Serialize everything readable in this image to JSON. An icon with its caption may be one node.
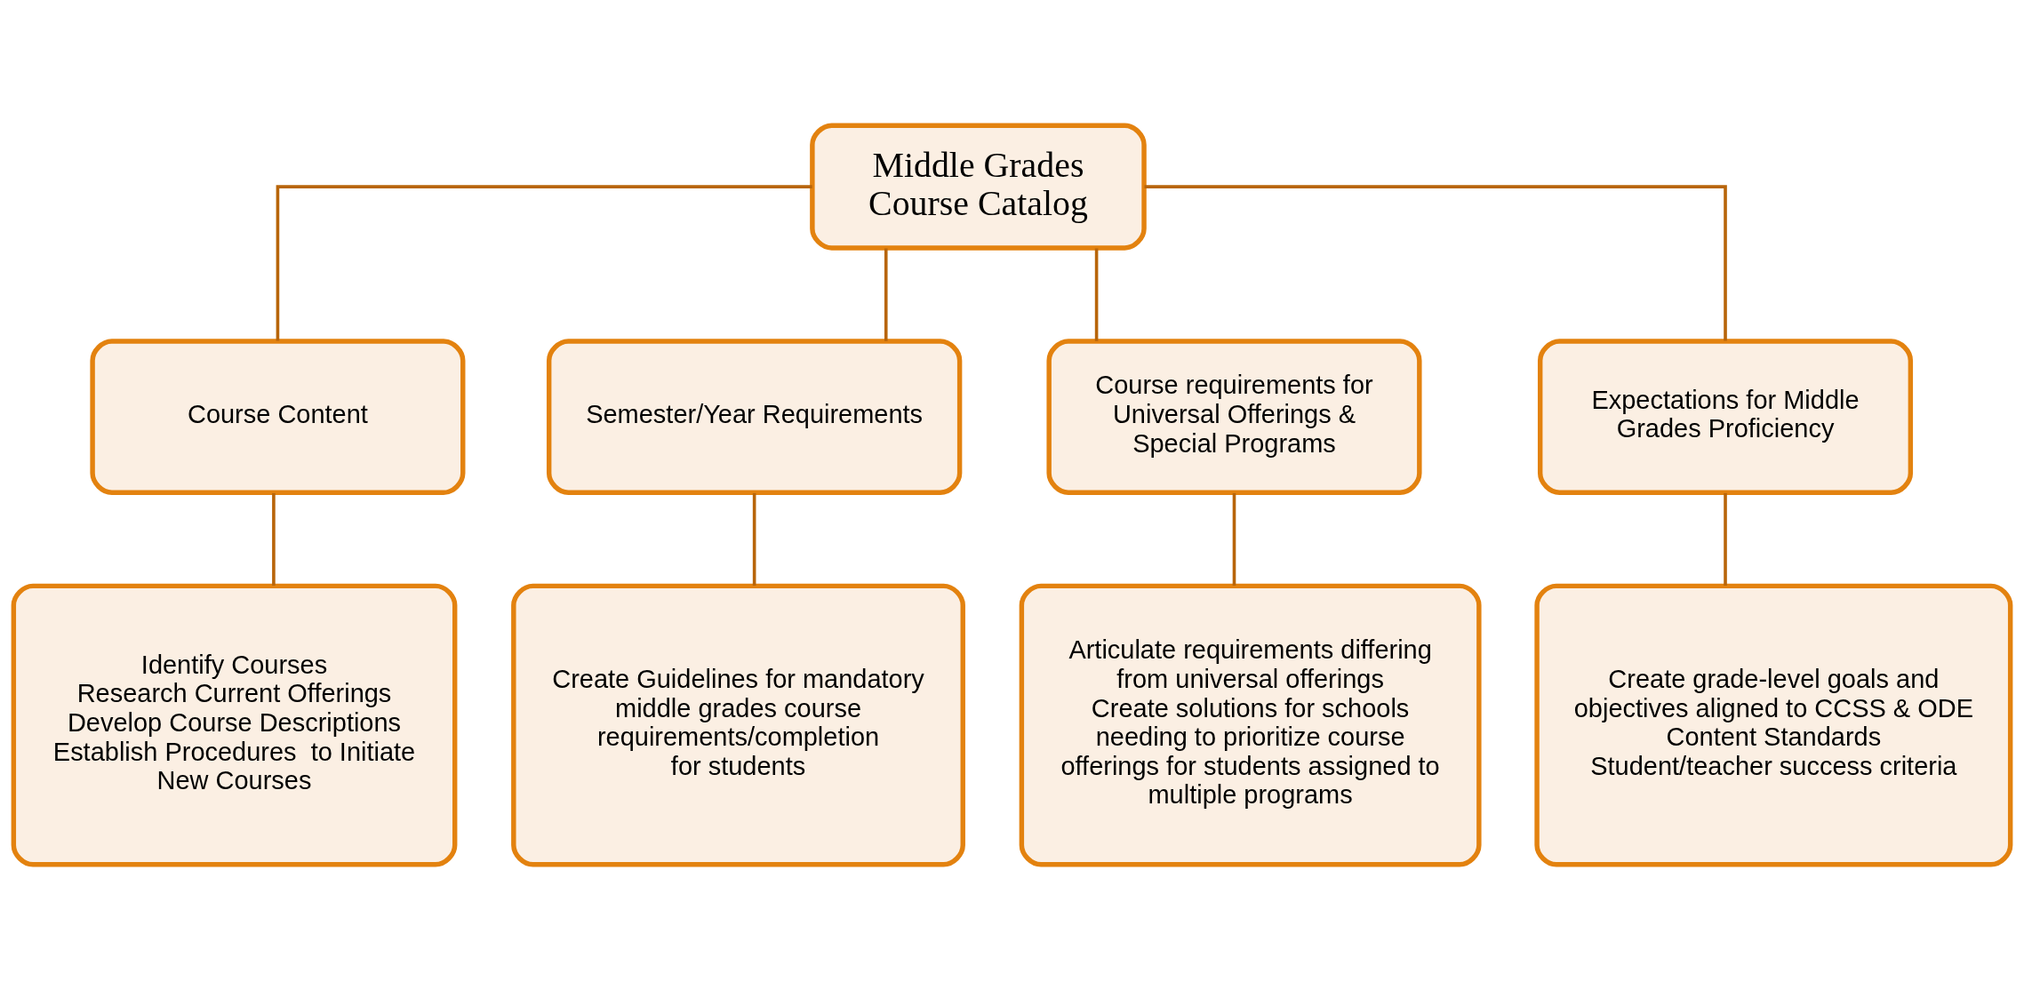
{
  "diagram": {
    "nodes": [
      {
        "text": [
          "Middle Grades Course Catalog"
        ]
      },
      {
        "text": [
          "Course Content"
        ]
      },
      {
        "text": [
          "Semester/Year Requirements"
        ]
      },
      {
        "text": [
          "Course requirements for Universal Offerings & Special Programs"
        ]
      },
      {
        "text": [
          "Expectations for Middle Grades Proficiency"
        ]
      },
      {
        "text": [
          "Identify Courses",
          "Research Current Offerings",
          "Develop Course Descriptions",
          "Establish Procedures  to Initiate New Courses"
        ]
      },
      {
        "text": [
          "Create Guidelines for mandatory middle grades course requirements/completion",
          "for students"
        ]
      },
      {
        "text": [
          "Articulate requirements differing from universal offerings",
          "Create solutions for schools needing to prioritize course offerings for students assigned to multiple programs"
        ]
      },
      {
        "text": [
          "Create grade-level goals and objectives aligned to CCSS & ODE Content Standards",
          "Student/teacher success criteria"
        ]
      }
    ],
    "edges": [
      {
        "from": 0,
        "to": 1,
        "arrow": "none"
      },
      {
        "from": 0,
        "to": 2,
        "arrow": "none"
      },
      {
        "from": 0,
        "to": 3,
        "arrow": "none"
      },
      {
        "from": 0,
        "to": 4,
        "arrow": "none"
      },
      {
        "from": 1,
        "to": 5,
        "arrow": "none"
      },
      {
        "from": 2,
        "to": 6,
        "arrow": "none"
      },
      {
        "from": 3,
        "to": 7,
        "arrow": "none"
      },
      {
        "from": 4,
        "to": 8,
        "arrow": "none"
      }
    ]
  }
}
